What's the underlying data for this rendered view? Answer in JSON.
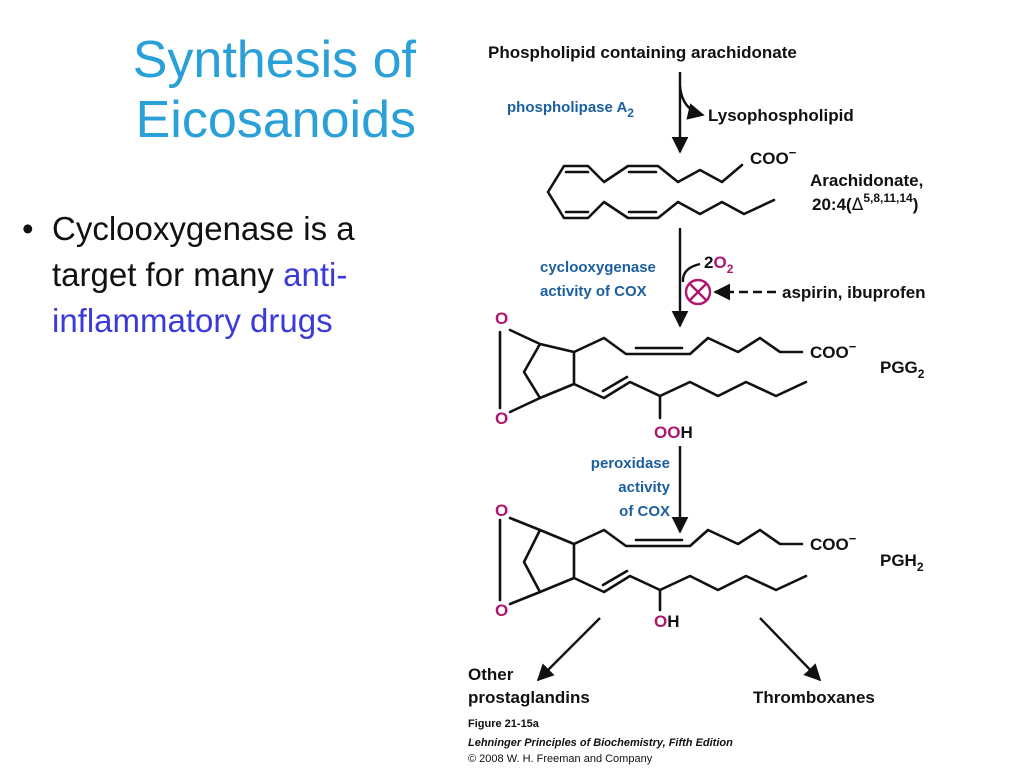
{
  "slide": {
    "title_line1": "Synthesis of",
    "title_line2": "Eicosanoids",
    "bullet_dot": "•",
    "bullet_text_plain": "Cyclooxygenase is a target for many ",
    "bullet_text_highlight": "anti-inflammatory drugs"
  },
  "diagram": {
    "top_compound": "Phospholipid containing arachidonate",
    "enzyme_1": "phospholipase A",
    "enzyme_1_sub": "2",
    "product_1": "Lysophospholipid",
    "coo_label": "COO",
    "coo_charge": "−",
    "arachidonate_name": "Arachidonate,",
    "arachidonate_formula_prefix": "20:4(",
    "arachidonate_delta": "Δ",
    "arachidonate_sup": "5,8,11,14",
    "arachidonate_formula_suffix": ")",
    "enzyme_2_line1": "cyclooxygenase",
    "enzyme_2_line2": "activity of COX",
    "oxygen_coef": "2",
    "oxygen_symbol": "O",
    "oxygen_sub": "2",
    "inhibitors": "aspirin, ibuprofen",
    "o_atom": "O",
    "pgg2": "PGG",
    "pgg2_sub": "2",
    "ooh_red": "OO",
    "ooh_h": "H",
    "enzyme_3_line1": "peroxidase",
    "enzyme_3_line2": "activity",
    "enzyme_3_line3": "of COX",
    "pgh2": "PGH",
    "pgh2_sub": "2",
    "oh_red": "O",
    "oh_h": "H",
    "product_left_line1": "Other",
    "product_left_line2": "prostaglandins",
    "product_right": "Thromboxanes"
  },
  "caption": {
    "figure": "Figure 21-15a",
    "book": "Lehninger Principles of Biochemistry, Fifth Edition",
    "copyright": "© 2008 W. H. Freeman and Company"
  },
  "colors": {
    "title": "#2aa0d8",
    "highlight": "#3a3ad8",
    "enzyme_text": "#1c5f9f",
    "oxygen_red": "#b0156f",
    "inhibition_symbol": "#b0156f"
  }
}
